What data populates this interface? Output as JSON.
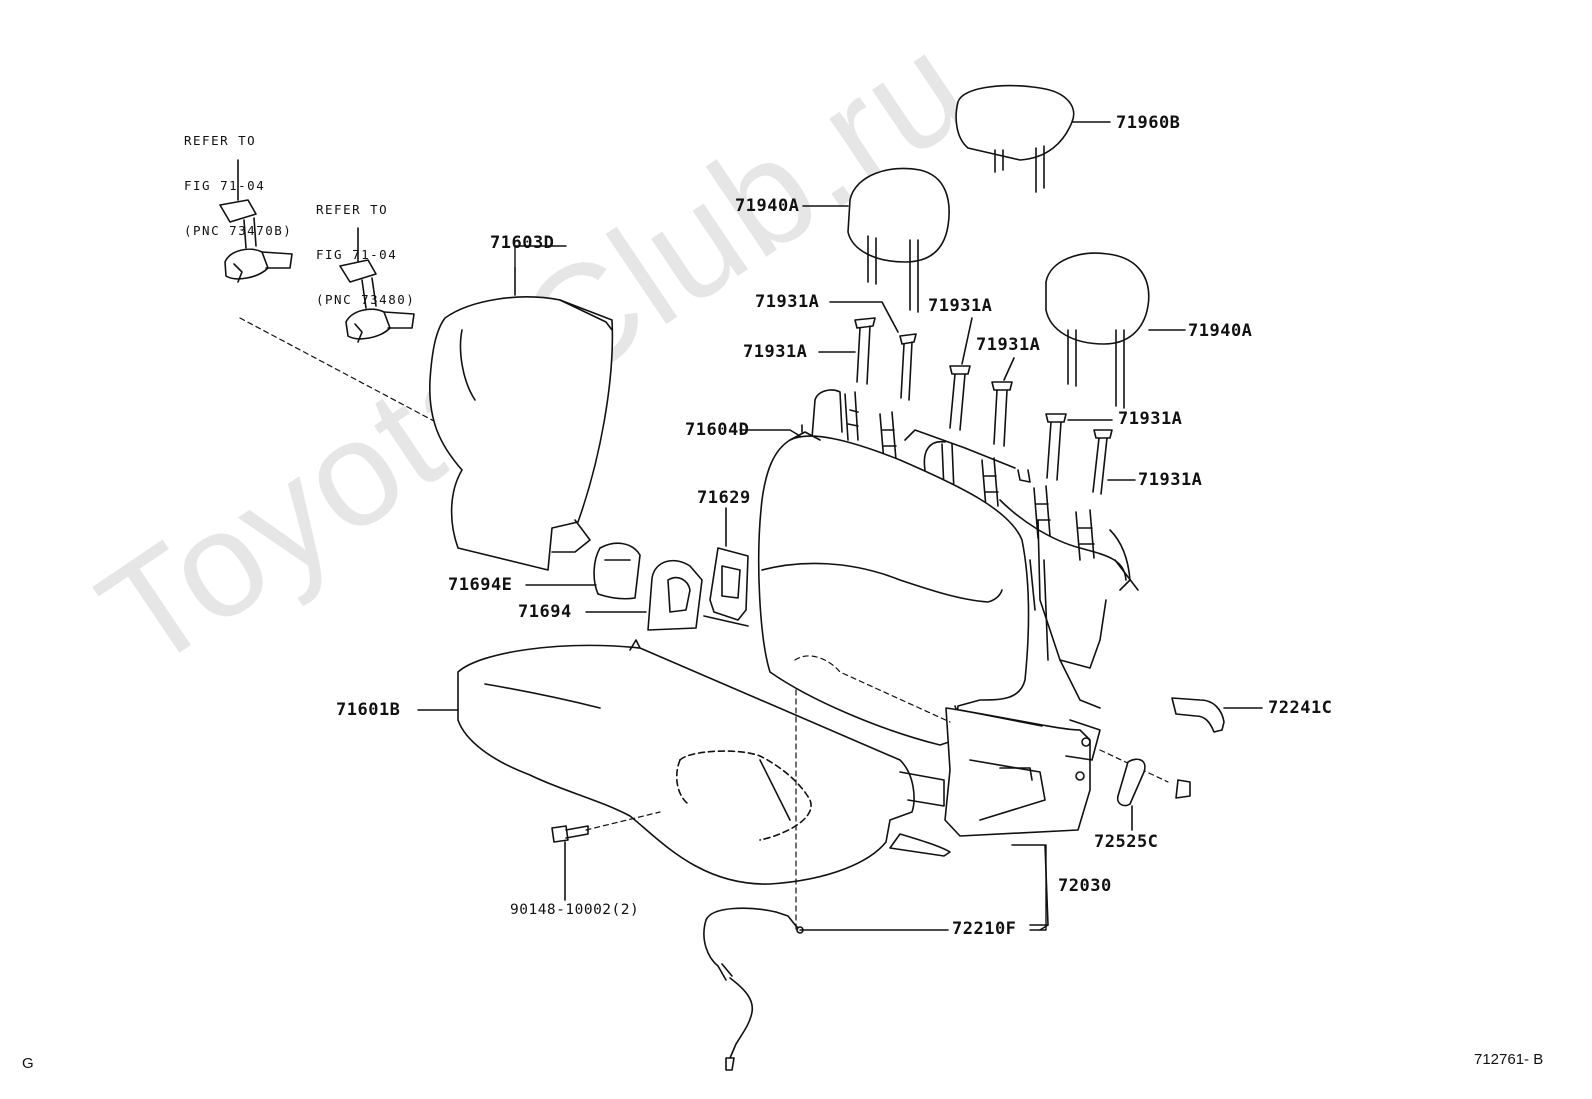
{
  "watermark": "Toyota-Club.ru",
  "notes": [
    {
      "id": "refer-1",
      "lines": [
        "REFER TO",
        "FIG 71-04",
        "(PNC 73470B)"
      ]
    },
    {
      "id": "refer-2",
      "lines": [
        "REFER TO",
        "FIG 71-04",
        "(PNC 73480)"
      ]
    }
  ],
  "part_labels": {
    "p71960B": "71960B",
    "p71940A_left": "71940A",
    "p71940A_right": "71940A",
    "p71603D": "71603D",
    "p71931A_1": "71931A",
    "p71931A_2": "71931A",
    "p71931A_3": "71931A",
    "p71931A_4": "71931A",
    "p71931A_5": "71931A",
    "p71931A_6": "71931A",
    "p71604D": "71604D",
    "p71629": "71629",
    "p71694E": "71694E",
    "p71694": "71694",
    "p71601B": "71601B",
    "p72241C": "72241C",
    "p72525C": "72525C",
    "p72030": "72030",
    "p90148": "90148-10002(2)",
    "p72210F": "72210F"
  },
  "footer": {
    "left_code": "G",
    "right_code": "712761- B"
  }
}
